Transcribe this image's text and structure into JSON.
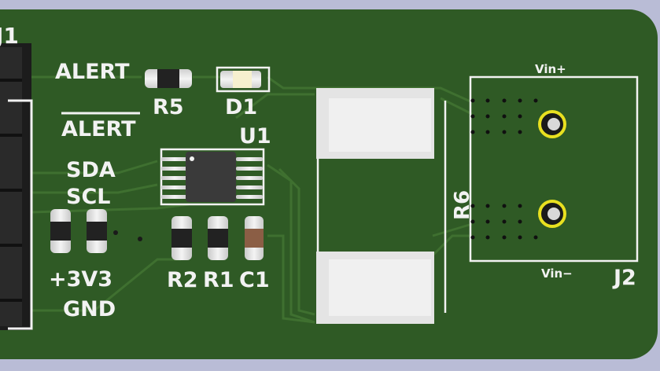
{
  "colors": {
    "background": "#b9bcd6",
    "board": "#2f5a25",
    "trace": "#3f7030",
    "silkscreen": "#f2f2f2",
    "pad": "#e6e6e6",
    "ring": "#e8e020",
    "ic_body": "#3a3a3a"
  },
  "labels": {
    "j1": "J1",
    "j2": "J2",
    "u1": "U1",
    "r1": "R1",
    "r2": "R2",
    "r5": "R5",
    "r6": "R6",
    "c1": "C1",
    "d1": "D1",
    "alert": "ALERT",
    "alert_inverted": "ALERT",
    "sda": "SDA",
    "scl": "SCL",
    "v3": "+3V3",
    "gnd": "GND",
    "vin_plus": "Vin+",
    "vin_minus": "Vin−"
  }
}
